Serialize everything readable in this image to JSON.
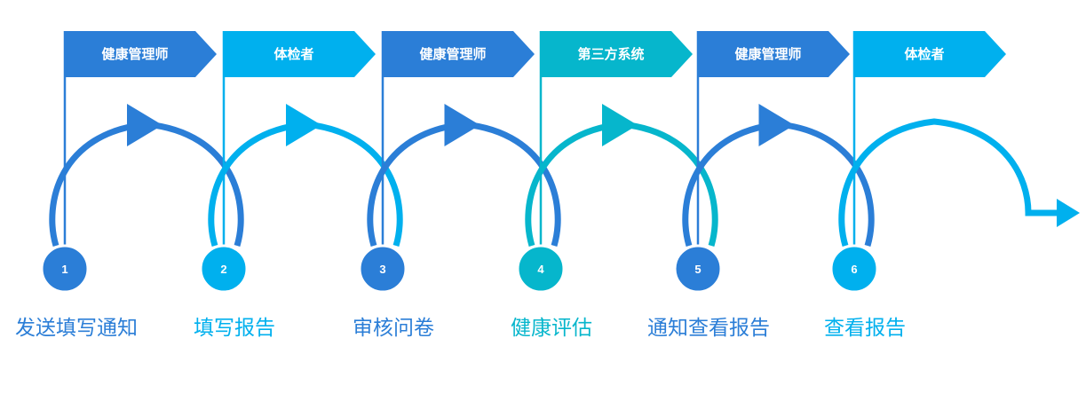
{
  "colors": {
    "blue": "#2B7ED7",
    "light_blue": "#00B0EE",
    "teal": "#06B6CC",
    "white": "#FFFFFF"
  },
  "steps": [
    {
      "number": "1",
      "role": "健康管理师",
      "label": "发送填写通知",
      "color": "#2B7ED7"
    },
    {
      "number": "2",
      "role": "体检者",
      "label": "填写报告",
      "color": "#00B0EE"
    },
    {
      "number": "3",
      "role": "健康管理师",
      "label": "审核问卷",
      "color": "#2B7ED7"
    },
    {
      "number": "4",
      "role": "第三方系统",
      "label": "健康评估",
      "color": "#06B6CC"
    },
    {
      "number": "5",
      "role": "健康管理师",
      "label": "通知查看报告",
      "color": "#2B7ED7"
    },
    {
      "number": "6",
      "role": "体检者",
      "label": "查看报告",
      "color": "#00B0EE"
    }
  ]
}
